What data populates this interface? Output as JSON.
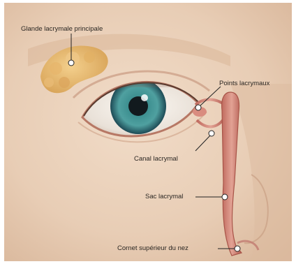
{
  "diagram": {
    "labels": {
      "main_gland": "Glande lacrymale principale",
      "puncta": "Points lacrymaux",
      "canal": "Canal lacrymal",
      "sac": "Sac lacrymal",
      "turbinate": "Cornet supérieur du nez"
    }
  }
}
